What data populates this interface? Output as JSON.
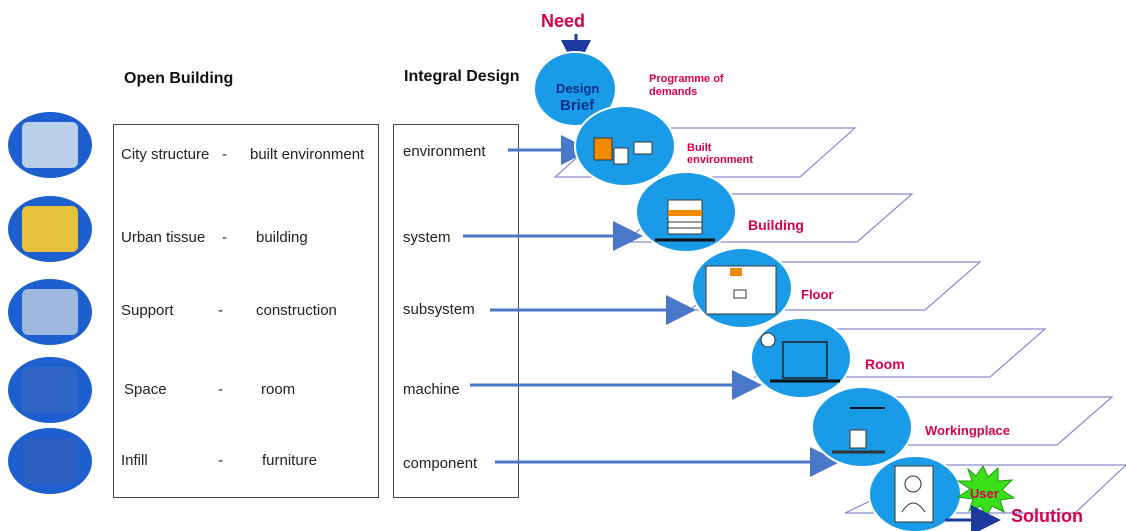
{
  "headings": {
    "open_building": "Open Building",
    "integral_design": "Integral Design"
  },
  "open_building_rows": [
    {
      "left": "City structure",
      "sep": "-",
      "right": "built environment"
    },
    {
      "left": "Urban tissue",
      "sep": "-",
      "right": "building"
    },
    {
      "left": "Support",
      "sep": "-",
      "right": "construction"
    },
    {
      "left": "Space",
      "sep": "-",
      "right": "room"
    },
    {
      "left": "Infill",
      "sep": "-",
      "right": "furniture"
    }
  ],
  "integral_rows": [
    "environment",
    "system",
    "subsystem",
    "machine",
    "component"
  ],
  "flow": {
    "need": "Need",
    "design_brief_line1": "Design",
    "design_brief_line2": "Brief",
    "programme_line1": "Programme of",
    "programme_line2": "demands",
    "levels": [
      {
        "line1": "Built",
        "line2": "environment"
      },
      {
        "line1": "Building"
      },
      {
        "line1": "Floor"
      },
      {
        "line1": "Room"
      },
      {
        "line1": "Workingplace"
      }
    ],
    "user": "User",
    "solution": "Solution"
  },
  "colors": {
    "circle_blue": "#1a9be8",
    "arrow_blue": "#4a78c8",
    "label_red": "#d9004c",
    "star_green": "#39e01a"
  }
}
